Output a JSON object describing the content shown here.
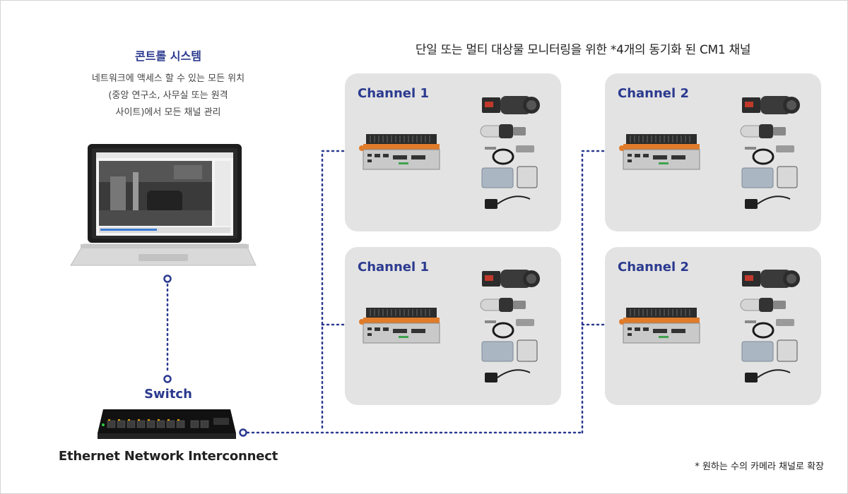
{
  "heading": "단일 또는 멀티 대상물 모니터링을 위한 *4개의 동기화 된 CM1 채널",
  "control_system": {
    "title": "콘트롤 시스템",
    "description_lines": [
      "네트워크에 액세스 할 수 있는 모든 위치",
      "(중앙 연구소, 사무실 또는 원격",
      "사이트)에서 모든 채널 관리"
    ]
  },
  "switch": {
    "label": "Switch",
    "caption": "Ethernet Network Interconnect"
  },
  "panels": [
    {
      "label": "Channel 1"
    },
    {
      "label": "Channel 2"
    },
    {
      "label": "Channel 1"
    },
    {
      "label": "Channel 2"
    }
  ],
  "footnote": "* 원하는 수의 카메라 채널로 확장",
  "colors": {
    "accent": "#2b3a8f",
    "panel_bg": "#e3e3e3",
    "connector": "#2b3a8f",
    "device_orange": "#e07b2a"
  },
  "icons": [
    "laptop-icon",
    "network-switch-icon",
    "mini-pc-icon",
    "thermal-camera-icon",
    "lens-icon",
    "cable-icon",
    "daq-box-icon",
    "power-adapter-icon"
  ]
}
